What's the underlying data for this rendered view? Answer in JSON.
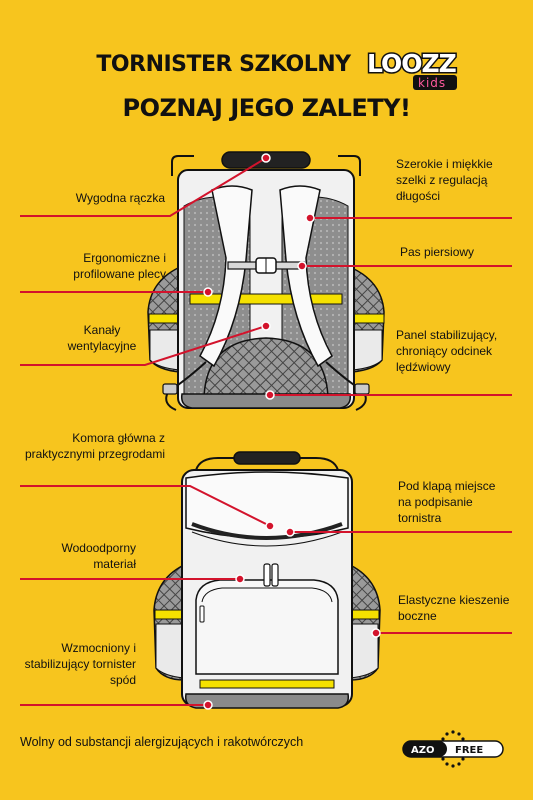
{
  "header": {
    "title_line1": "TORNISTER SZKOLNY",
    "title_line2": "POZNAJ JEGO ZALETY!",
    "logo_main": "LOOZZ",
    "logo_sub": "kids"
  },
  "features_back": {
    "handle": "Wygodna rączka",
    "straps": "Szerokie i miękkie szelki z regulacją długości",
    "back": "Ergonomiczne i profilowane plecy",
    "chest_strap": "Pas piersiowy",
    "ventilation": "Kanały wentylacyjne",
    "lumbar_panel": "Panel stabilizujący, chroniący odcinek lędźwiowy"
  },
  "features_front": {
    "main_compartment": "Komora główna z praktycznymi przegrodami",
    "name_flap": "Pod klapą miejsce na podpisanie tornistra",
    "waterproof": "Wodoodporny materiał",
    "side_pockets": "Elastyczne kieszenie boczne",
    "bottom": "Wzmocniony i stabilizujący tornister spód"
  },
  "footer": {
    "note": "Wolny od substancji alergizujących i rakotwórczych",
    "badge_left": "AZO",
    "badge_right": "FREE"
  },
  "colors": {
    "background": "#f7c51e",
    "accent_line": "#d3132c",
    "reflective": "#f5e100"
  }
}
